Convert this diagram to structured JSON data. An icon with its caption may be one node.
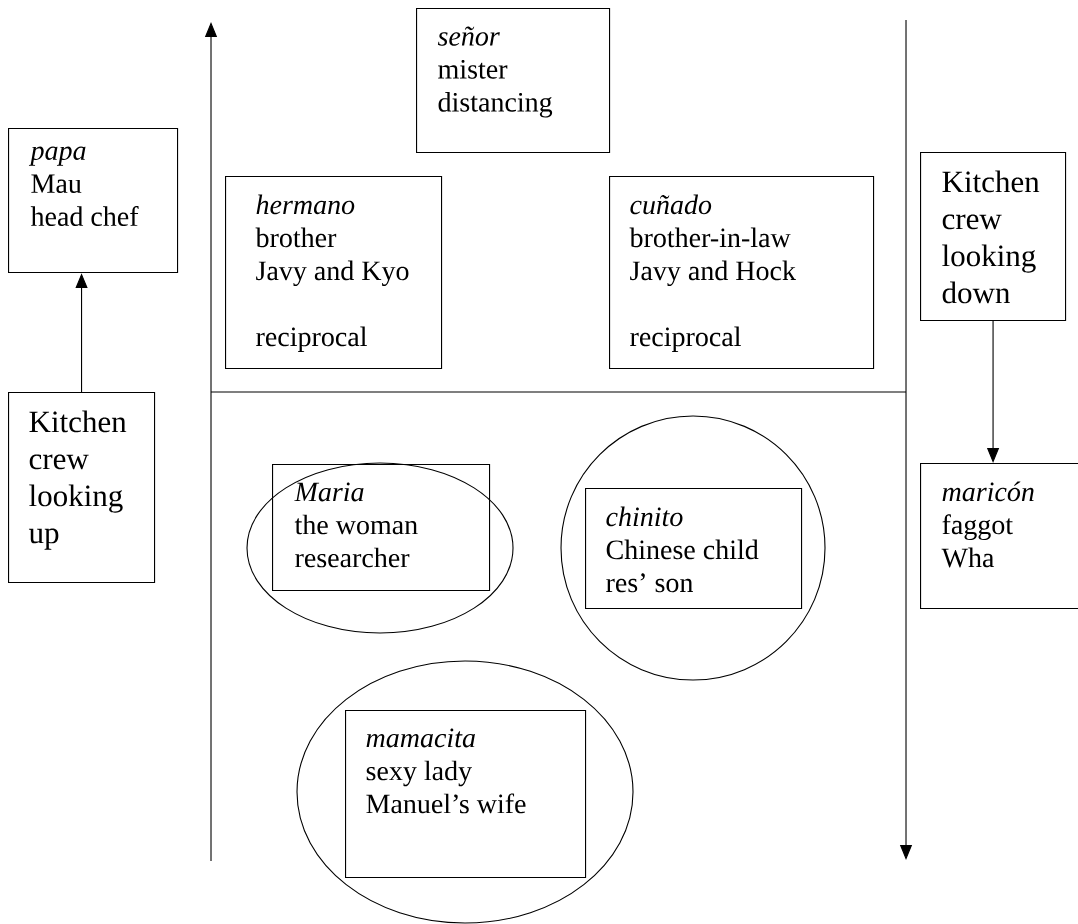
{
  "diagram": {
    "nodes": [
      {
        "text": [
          "papa",
          "Mau",
          "head chef"
        ]
      },
      {
        "text": [
          "Kitchen crew looking up"
        ]
      },
      {
        "text": [
          "señor",
          "mister",
          "distancing"
        ]
      },
      {
        "text": [
          "hermano",
          "brother",
          "Javy and Kyo",
          "reciprocal"
        ]
      },
      {
        "text": [
          "cuñado",
          "brother-in-law",
          "Javy and Hock",
          "reciprocal"
        ]
      },
      {
        "text": [
          "Kitchen crew looking down"
        ]
      },
      {
        "text": [],
        "shape": "circle"
      },
      {
        "text": [
          "Maria",
          "the woman",
          "researcher"
        ],
        "in": 6
      },
      {
        "text": [],
        "shape": "circle"
      },
      {
        "text": [
          "chinito",
          "Chinese child",
          "res’ son"
        ],
        "in": 8
      },
      {
        "text": [
          "maricón",
          "faggot",
          "Wha"
        ]
      },
      {
        "text": [],
        "shape": "circle"
      },
      {
        "text": [
          "mamacita",
          "sexy lady",
          "Manuel’s wife"
        ],
        "in": 11
      }
    ],
    "edges": [
      {
        "from": 1,
        "to": 0,
        "arrow": "to"
      },
      {
        "from": 5,
        "to": 10,
        "arrow": "to"
      }
    ]
  }
}
